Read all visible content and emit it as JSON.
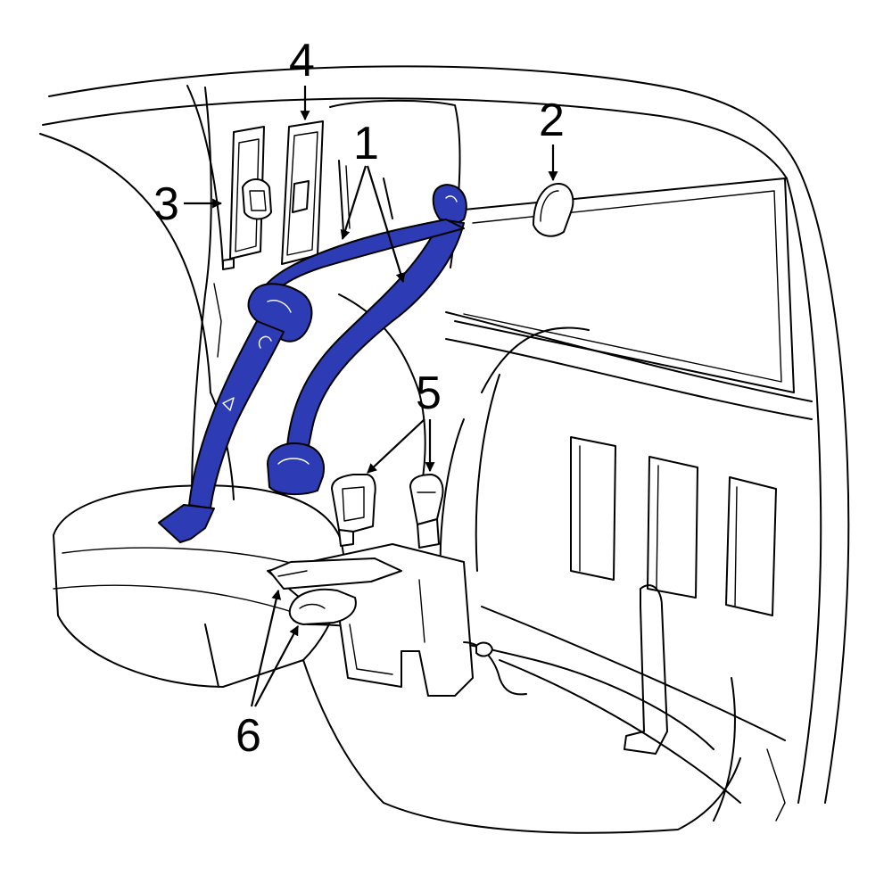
{
  "colors": {
    "highlight": "#2d3cb4",
    "line": "#000000",
    "background": "#ffffff"
  },
  "callouts": [
    {
      "id": "1",
      "label": "1"
    },
    {
      "id": "2",
      "label": "2"
    },
    {
      "id": "3",
      "label": "3"
    },
    {
      "id": "4",
      "label": "4"
    },
    {
      "id": "5",
      "label": "5"
    },
    {
      "id": "6",
      "label": "6"
    }
  ]
}
